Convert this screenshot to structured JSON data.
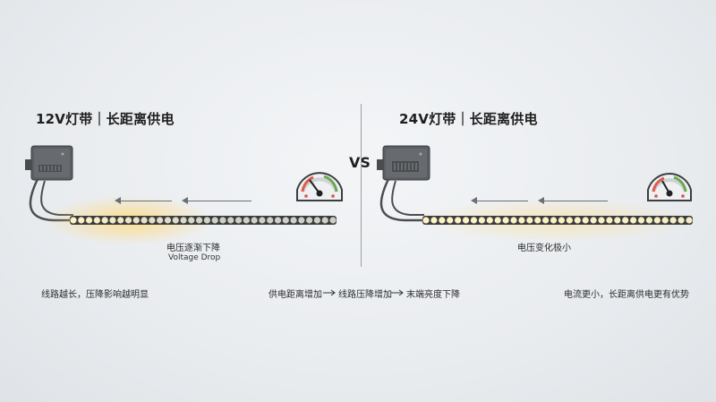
{
  "left": {
    "title": "12V灯带｜长距离供电",
    "strip_caption": "电压逐渐下降",
    "strip_caption_en": "Voltage Drop",
    "note": "线路越长，压降影响越明显"
  },
  "center": {
    "vs": "VS",
    "flow": {
      "step1": "供电距离增加",
      "step2": "线路压降增加",
      "step3": "末端亮度下降"
    }
  },
  "right": {
    "title": "24V灯带｜长距离供电",
    "strip_caption": "电压变化极小",
    "note": "电流更小，长距离供电更有优势"
  },
  "colors": {
    "led_bright": "#fff2c4",
    "led_dim": "#cfcfc6",
    "strip_body": "#3a3c3f",
    "arrow": "#6b6f73"
  },
  "icons": [
    "power-supply-icon",
    "voltmeter-gauge-icon",
    "arrow-left-icon"
  ]
}
